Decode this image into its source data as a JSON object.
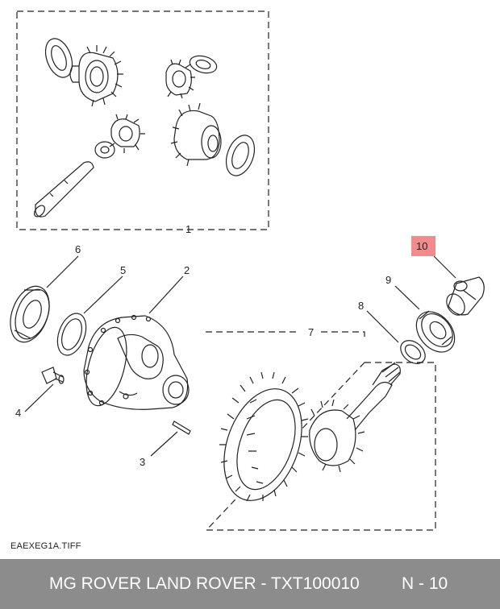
{
  "diagram": {
    "callouts": {
      "c1": "1",
      "c2": "2",
      "c3": "3",
      "c4": "4",
      "c5": "5",
      "c6": "6",
      "c7": "7",
      "c8": "8",
      "c9": "9",
      "c10": "10"
    },
    "highlight_color": "#f28b8b",
    "line_color": "#222222"
  },
  "file_label": "EAEXEG1A.TIFF",
  "footer": {
    "text": "MG ROVER LAND ROVER - TXT100010",
    "page": "N - 10",
    "background": "#8c8c8c"
  }
}
